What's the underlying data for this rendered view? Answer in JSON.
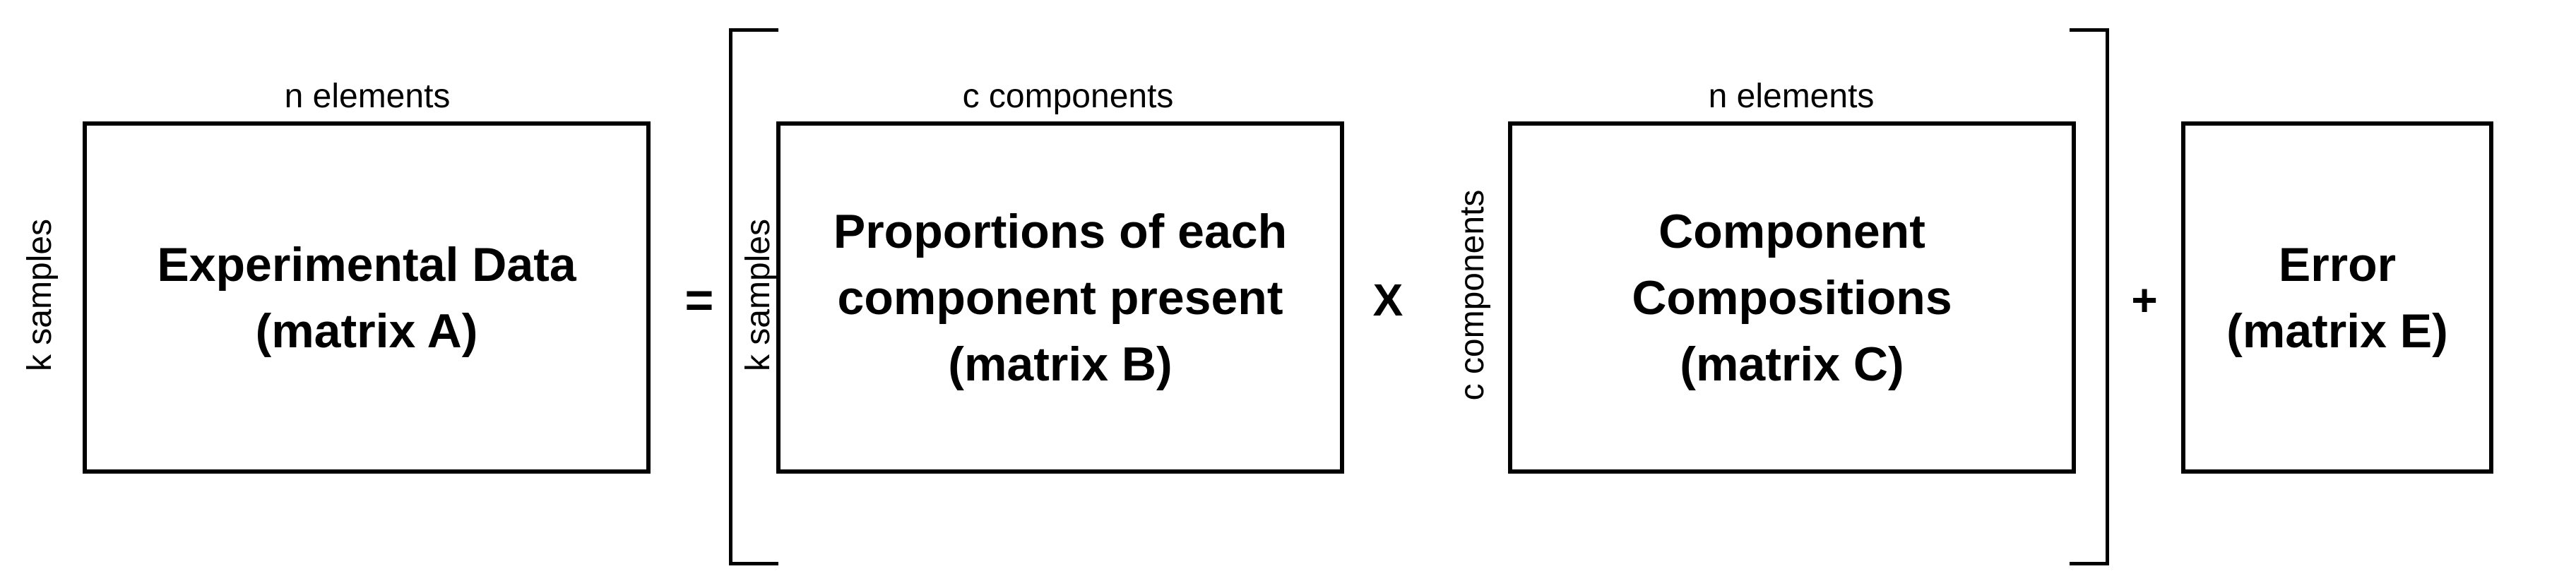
{
  "matrix_a": {
    "top_label": "n elements",
    "side_label": "k samples",
    "lines": [
      "Experimental Data",
      "(matrix A)"
    ]
  },
  "equals_sign": "=",
  "matrix_b": {
    "top_label": "c components",
    "side_label": "k samples",
    "lines": [
      "Proportions of each",
      "component present",
      "(matrix B)"
    ]
  },
  "times_sign": "X",
  "matrix_c": {
    "top_label": "n elements",
    "side_label": "c components",
    "lines": [
      "Component",
      "Compositions",
      "(matrix C)"
    ]
  },
  "plus_sign": "+",
  "matrix_e": {
    "lines": [
      "Error",
      "(matrix E)"
    ]
  }
}
